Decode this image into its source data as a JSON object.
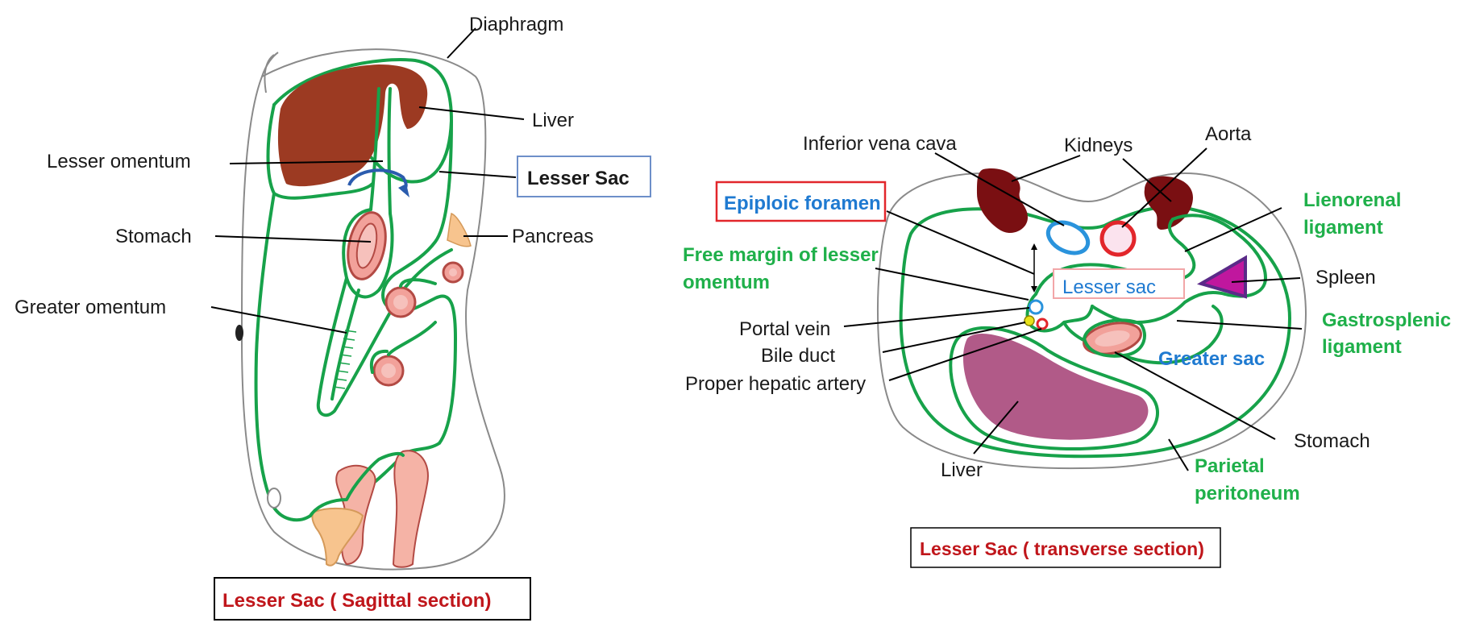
{
  "sagittal": {
    "labels": {
      "diaphragm": "Diaphragm",
      "liver": "Liver",
      "lesser_omentum": "Lesser omentum",
      "lesser_sac": "Lesser Sac",
      "stomach": "Stomach",
      "pancreas": "Pancreas",
      "greater_omentum": "Greater omentum"
    },
    "caption": "Lesser Sac ( Sagittal section)"
  },
  "transverse": {
    "labels": {
      "inferior_vena_cava": "Inferior vena cava",
      "kidneys": "Kidneys",
      "aorta": "Aorta",
      "epiploic_foramen": "Epiploic foramen",
      "lienorenal_1": "Lienorenal",
      "lienorenal_2": "ligament",
      "free_margin_1": "Free margin of lesser",
      "free_margin_2": "omentum",
      "lesser_sac": "Lesser sac",
      "spleen": "Spleen",
      "portal_vein": "Portal vein",
      "bile_duct": "Bile duct",
      "proper_hepatic_artery": "Proper hepatic artery",
      "gastrosplenic_1": "Gastrosplenic",
      "gastrosplenic_2": "ligament",
      "greater_sac": "Greater sac",
      "stomach": "Stomach",
      "liver": "Liver",
      "parietal_1": "Parietal",
      "parietal_2": "peritoneum"
    },
    "caption": "Lesser Sac ( transverse section)"
  },
  "colors": {
    "peritoneum": "#17a24a",
    "liver": "#9c3a22",
    "kidney": "#7a0f12",
    "stomach": "#f2a19a",
    "pancreas": "#f7c48e",
    "spleen": "#c0179e",
    "liver_transverse": "#b15a88",
    "label_green": "#1fb04a",
    "label_blue": "#1f7ad1",
    "label_red": "#c0161b"
  }
}
